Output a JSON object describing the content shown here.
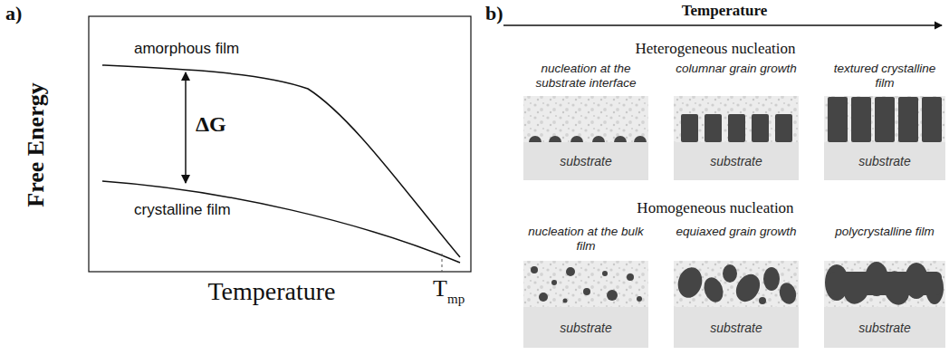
{
  "diagram": {
    "nodes": [
      {
        "text": [
          "substrate"
        ]
      },
      {
        "text": [
          "substrate"
        ]
      },
      {
        "text": [
          "substrate"
        ]
      },
      {
        "text": [
          "substrate"
        ]
      },
      {
        "text": [
          "substrate"
        ]
      },
      {
        "text": [
          "substrate"
        ]
      }
    ],
    "labels": [
      "a)",
      "Free Energy",
      "amorphous film",
      "ΔG",
      "crystalline film",
      "Temperature",
      "T",
      "mp",
      "b)",
      "Temperature",
      "Heterogeneous nucleation",
      "nucleation at the substrate interface",
      "columnar grain growth",
      "textured crystalline film",
      "Homogeneous nucleation",
      "nucleation at the bulk film",
      "equiaxed grain growth",
      "polycrystalline film"
    ]
  }
}
